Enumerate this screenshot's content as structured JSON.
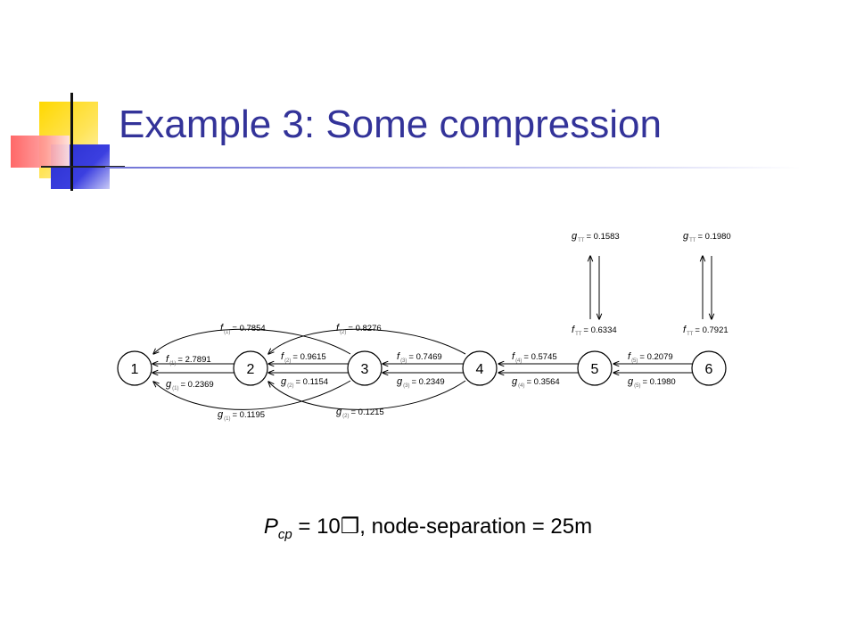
{
  "slide": {
    "title": "Example 3: Some compression"
  },
  "nodes": [
    "1",
    "2",
    "3",
    "4",
    "5",
    "6"
  ],
  "edges": [
    {
      "symbol": "f",
      "value": "= 0.7854",
      "from": "3",
      "to": "1"
    },
    {
      "symbol": "f",
      "value": "= 0.8276",
      "from": "4",
      "to": "2"
    },
    {
      "symbol": "f",
      "value": "= 2.7891",
      "from": "2",
      "to": "1"
    },
    {
      "symbol": "f",
      "value": "= 0.9615",
      "from": "3",
      "to": "2"
    },
    {
      "symbol": "f",
      "value": "= 0.7469",
      "from": "4",
      "to": "3"
    },
    {
      "symbol": "f",
      "value": "= 0.5745",
      "from": "5",
      "to": "4"
    },
    {
      "symbol": "f",
      "value": "= 0.2079",
      "from": "6",
      "to": "5"
    },
    {
      "symbol": "g",
      "value": "= 0.2369",
      "from": "2",
      "to": "1"
    },
    {
      "symbol": "g",
      "value": "= 0.1154",
      "from": "3",
      "to": "2"
    },
    {
      "symbol": "g",
      "value": "= 0.2349",
      "from": "4",
      "to": "3"
    },
    {
      "symbol": "g",
      "value": "= 0.3564",
      "from": "5",
      "to": "4"
    },
    {
      "symbol": "g",
      "value": "= 0.1980",
      "from": "6",
      "to": "5"
    },
    {
      "symbol": "g",
      "value": "= 0.1195",
      "from": "3",
      "to": "1"
    },
    {
      "symbol": "g",
      "value": "= 0.1215",
      "from": "4",
      "to": "2"
    }
  ],
  "vertical": [
    {
      "node": "5",
      "g_value": "= 0.1583",
      "f_value": "= 0.6334"
    },
    {
      "node": "6",
      "g_value": "= 0.1980",
      "f_value": "= 0.7921"
    }
  ],
  "caption": {
    "p_symbol": "P",
    "p_sub": "cp",
    "rest": " = 10❒, node-separation = 25m"
  }
}
